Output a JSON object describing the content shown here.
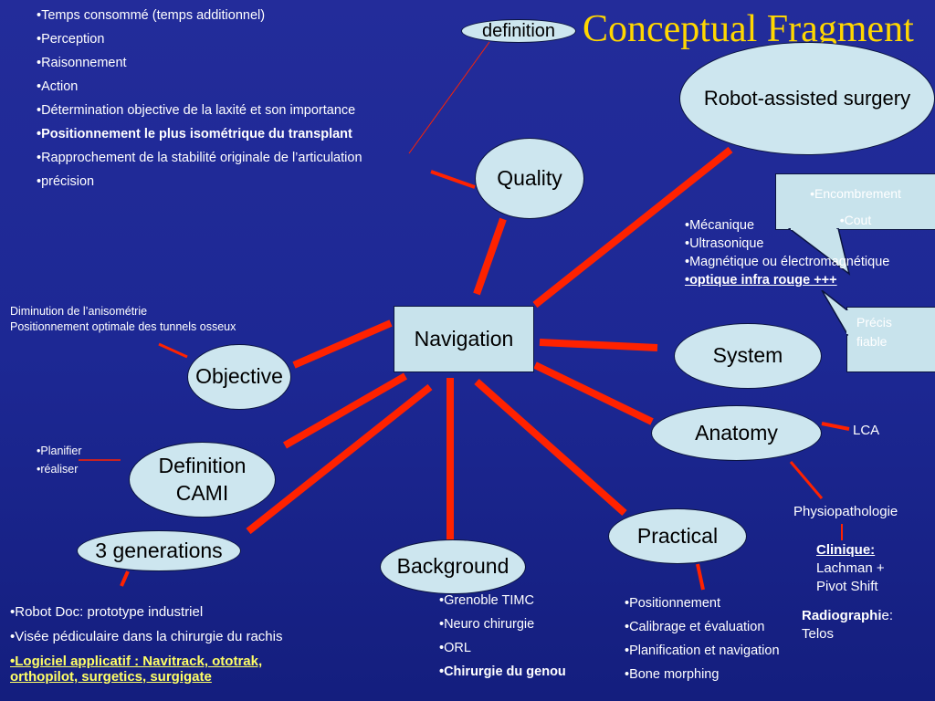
{
  "title": "Conceptual Fragment",
  "nodes": {
    "definition": "definition",
    "robot": "Robot-assisted surgery",
    "quality": "Quality",
    "navigation": "Navigation",
    "system": "System",
    "objective": "Objective",
    "anatomy": "Anatomy",
    "definition_cami_1": "Definition",
    "definition_cami_2": "CAMI",
    "practical": "Practical",
    "generations": "3 generations",
    "background": "Background"
  },
  "quality_list": [
    "•Temps consommé (temps additionnel)",
    "•Perception",
    "•Raisonnement",
    "•Action",
    "•Détermination objective de la laxité et son importance",
    "•Positionnement le plus isométrique du transplant",
    "•Rapprochement de la stabilité originale de l’articulation",
    "•précision"
  ],
  "callout_top": [
    "•Encombrement",
    "•Cout"
  ],
  "callout_bottom": [
    "Précis",
    "fiable"
  ],
  "system_list": [
    "•Mécanique",
    "•Ultrasonique",
    "•Magnétique ou électromagnétique",
    "•optique infra rouge +++"
  ],
  "objective_notes": [
    "Diminution de l’anisométrie",
    "Positionnement optimale des tunnels osseux"
  ],
  "anatomy_notes": {
    "lca": "LCA",
    "physio": "Physiopathologie",
    "clinique_label": "Clinique:",
    "clinique_1": "Lachman +",
    "clinique_2": "Pivot Shift",
    "radio_label": "Radiographi",
    "radio_suffix": "e:",
    "radio_value": "Telos"
  },
  "cami_list": [
    "•Planifier",
    "•réaliser"
  ],
  "generations_list": [
    "•Robot Doc: prototype industriel",
    "•Visée pédiculaire dans la chirurgie du rachis",
    "•Logiciel applicatif : Navitrack, ototrak,",
    "orthopilot, surgetics, surgigate"
  ],
  "background_list": [
    "•Grenoble TIMC",
    "•Neuro chirurgie",
    "•ORL",
    "•Chirurgie du genou"
  ],
  "practical_list": [
    "•Positionnement",
    "•Calibrage et évaluation",
    "•Planification et navigation",
    "•Bone morphing"
  ],
  "colors": {
    "link": "#ff2200",
    "title": "#ffd700",
    "node_fill": "#cde6ef",
    "underline_text": "#ffff66"
  }
}
